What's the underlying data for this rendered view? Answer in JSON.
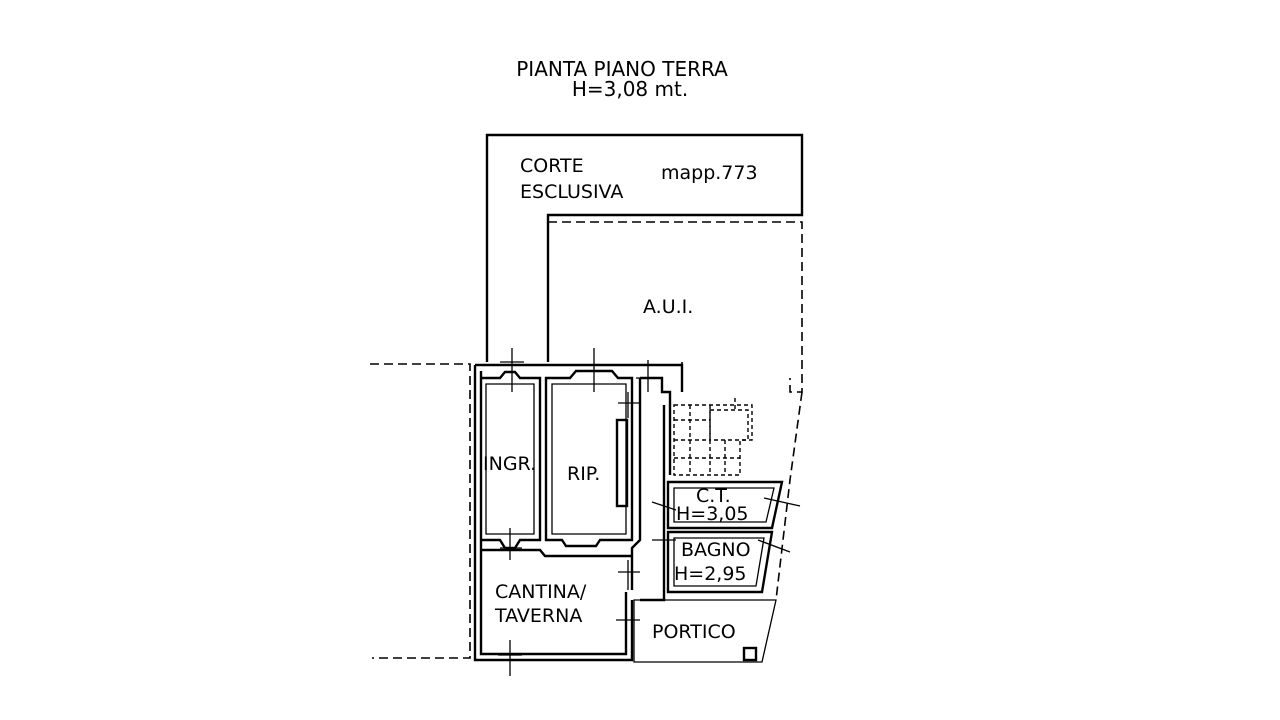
{
  "title": {
    "line1": "PIANTA PIANO TERRA",
    "line2": "H=3,08 mt."
  },
  "areas": {
    "corte_line1": "CORTE",
    "corte_line2": "ESCLUSIVA",
    "mappale": "mapp.773",
    "aui": "A.U.I.",
    "ingresso": "INGR.",
    "ripostiglio": "RIP.",
    "ct": "C.T.",
    "ct_height": "H=3,05",
    "bagno": "BAGNO",
    "bagno_height": "H=2,95",
    "cantina_line1": "CANTINA/",
    "cantina_line2": "TAVERNA",
    "portico": "PORTICO"
  },
  "colors": {
    "ink": "#000000",
    "paper": "#ffffff"
  }
}
